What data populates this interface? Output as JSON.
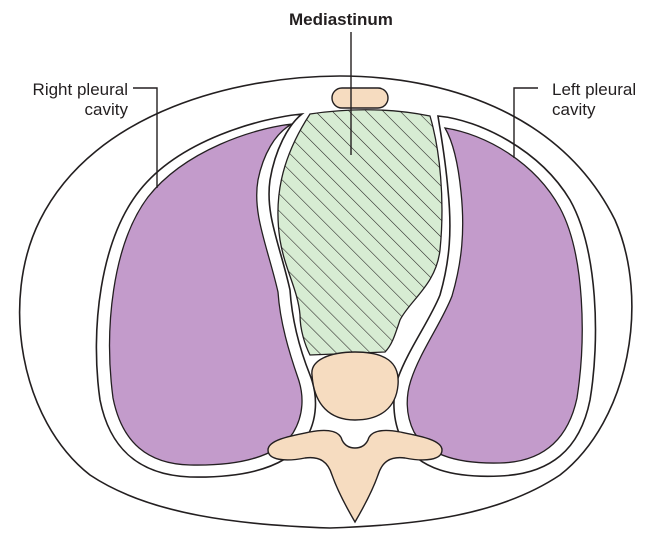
{
  "labels": {
    "mediastinum": "Mediastinum",
    "right_pleural_cavity": [
      "Right pleural",
      "cavity"
    ],
    "left_pleural_cavity": [
      "Left pleural",
      "cavity"
    ]
  },
  "colors": {
    "outline": "#231f20",
    "pleural_cavity_fill": "#c39bcb",
    "mediastinum_fill": "#d7ecd3",
    "mediastinum_hatch": "#231f20",
    "bone_fill": "#f6dcc0",
    "bone_outline": "#231f20",
    "body_fill": "#ffffff"
  }
}
